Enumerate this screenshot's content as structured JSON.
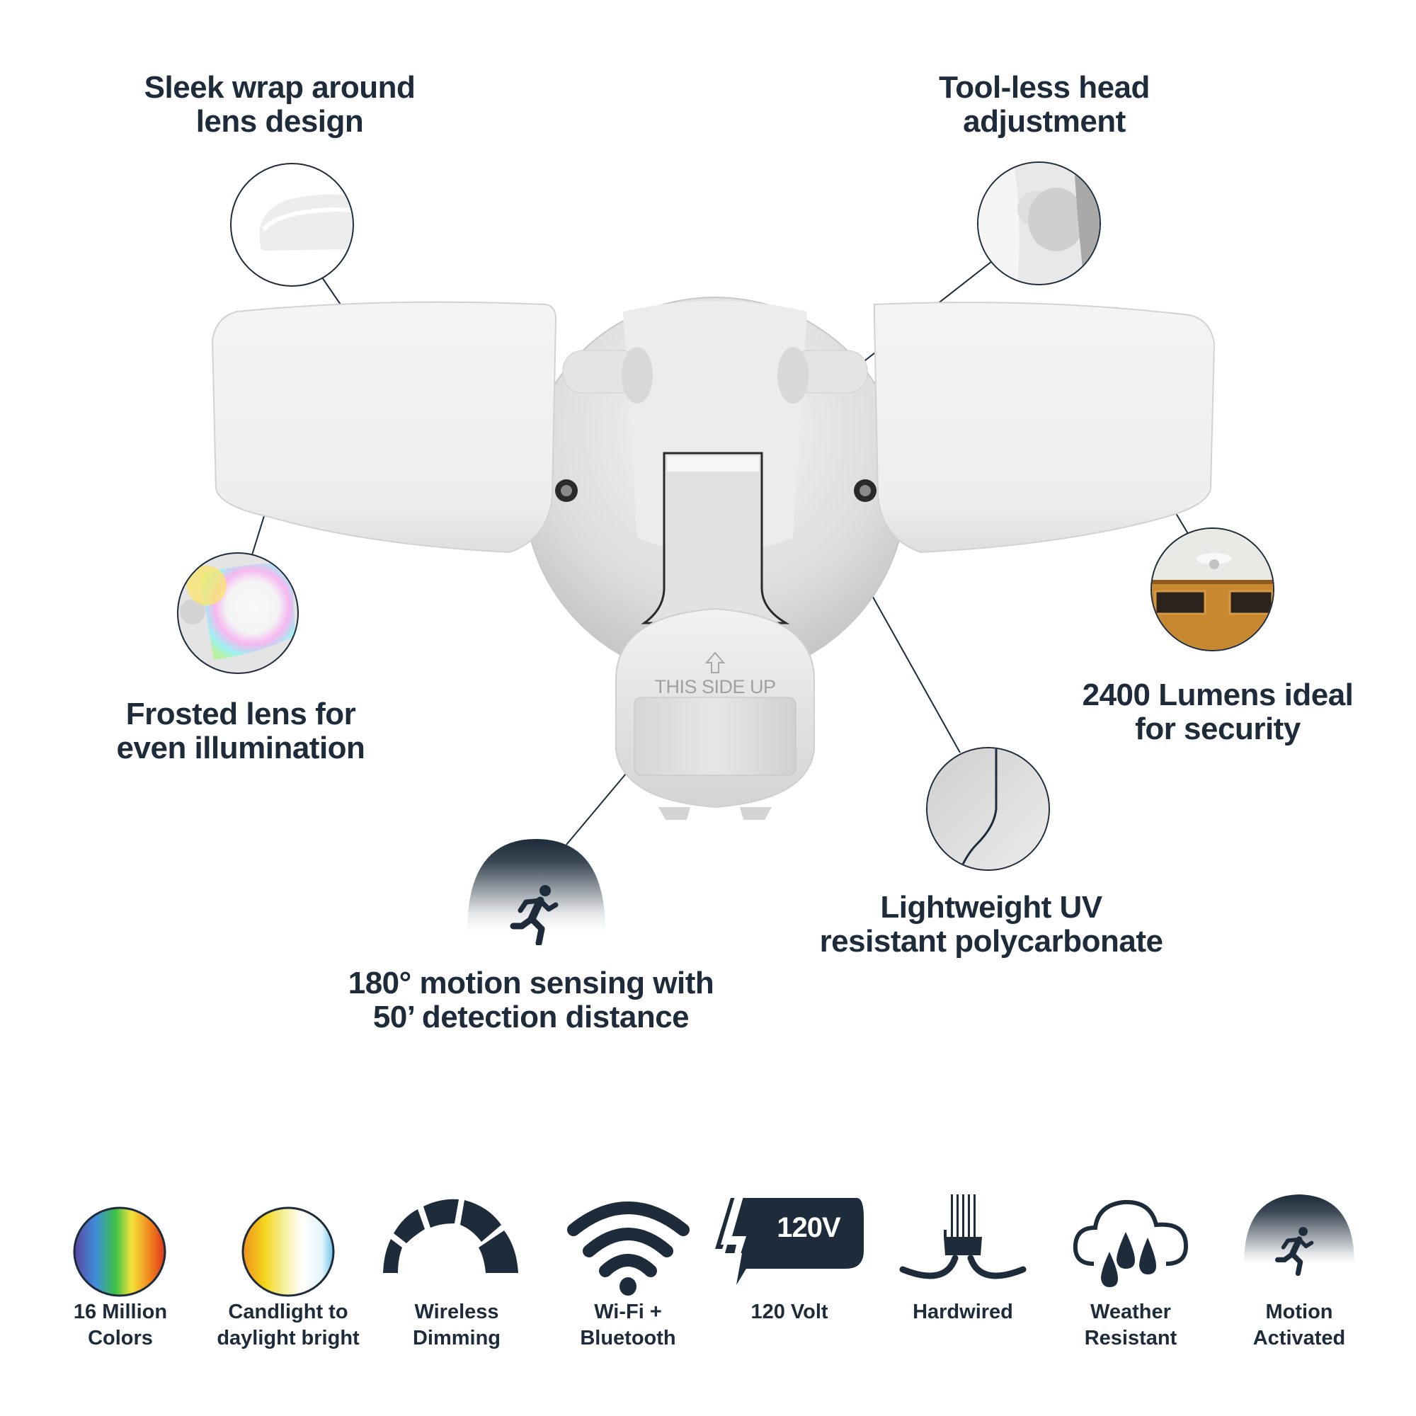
{
  "callouts": {
    "wrap_lens": {
      "line1": "Sleek wrap around",
      "line2": "lens design",
      "icon": "lens-detail-icon"
    },
    "head_adjust": {
      "line1": "Tool-less head",
      "line2": "adjustment",
      "icon": "swivel-joint-detail-icon"
    },
    "frosted_lens": {
      "line1": "Frosted lens for",
      "line2": "even illumination",
      "icon": "rgb-lens-detail-icon"
    },
    "lumens": {
      "line1": "2400 Lumens ideal",
      "line2": "for security",
      "icon": "garage-photo-icon"
    },
    "polycarbonate": {
      "line1": "Lightweight UV",
      "line2": "resistant polycarbonate",
      "icon": "housing-seam-detail-icon"
    },
    "motion": {
      "line1": "180° motion sensing with",
      "line2": "50’ detection distance",
      "icon": "running-person-icon"
    }
  },
  "device": {
    "sensor_text": "THIS SIDE UP",
    "sensor_icon": "arrow-up-icon"
  },
  "colors": {
    "text": "#1d2b3a",
    "icon": "#1d2b3a",
    "device_white": "#f0f0f0",
    "device_shadow": "#c9c9c9"
  },
  "features": [
    {
      "line1": "16 Million",
      "line2": "Colors",
      "icon": "rainbow-spectrum-icon"
    },
    {
      "line1": "Candlight to",
      "line2": "daylight bright",
      "icon": "warm-to-cool-spectrum-icon"
    },
    {
      "line1": "Wireless",
      "line2": "Dimming",
      "icon": "dimmer-gauge-icon"
    },
    {
      "line1": "Wi-Fi +",
      "line2": "Bluetooth",
      "icon": "wifi-icon"
    },
    {
      "line1": "120 Volt",
      "line2": "",
      "icon": "lightning-bolt-icon",
      "badge": "120V"
    },
    {
      "line1": "Hardwired",
      "line2": "",
      "icon": "wire-nut-icon"
    },
    {
      "line1": "Weather",
      "line2": "Resistant",
      "icon": "rain-cloud-icon"
    },
    {
      "line1": "Motion",
      "line2": "Activated",
      "icon": "running-person-icon"
    }
  ]
}
